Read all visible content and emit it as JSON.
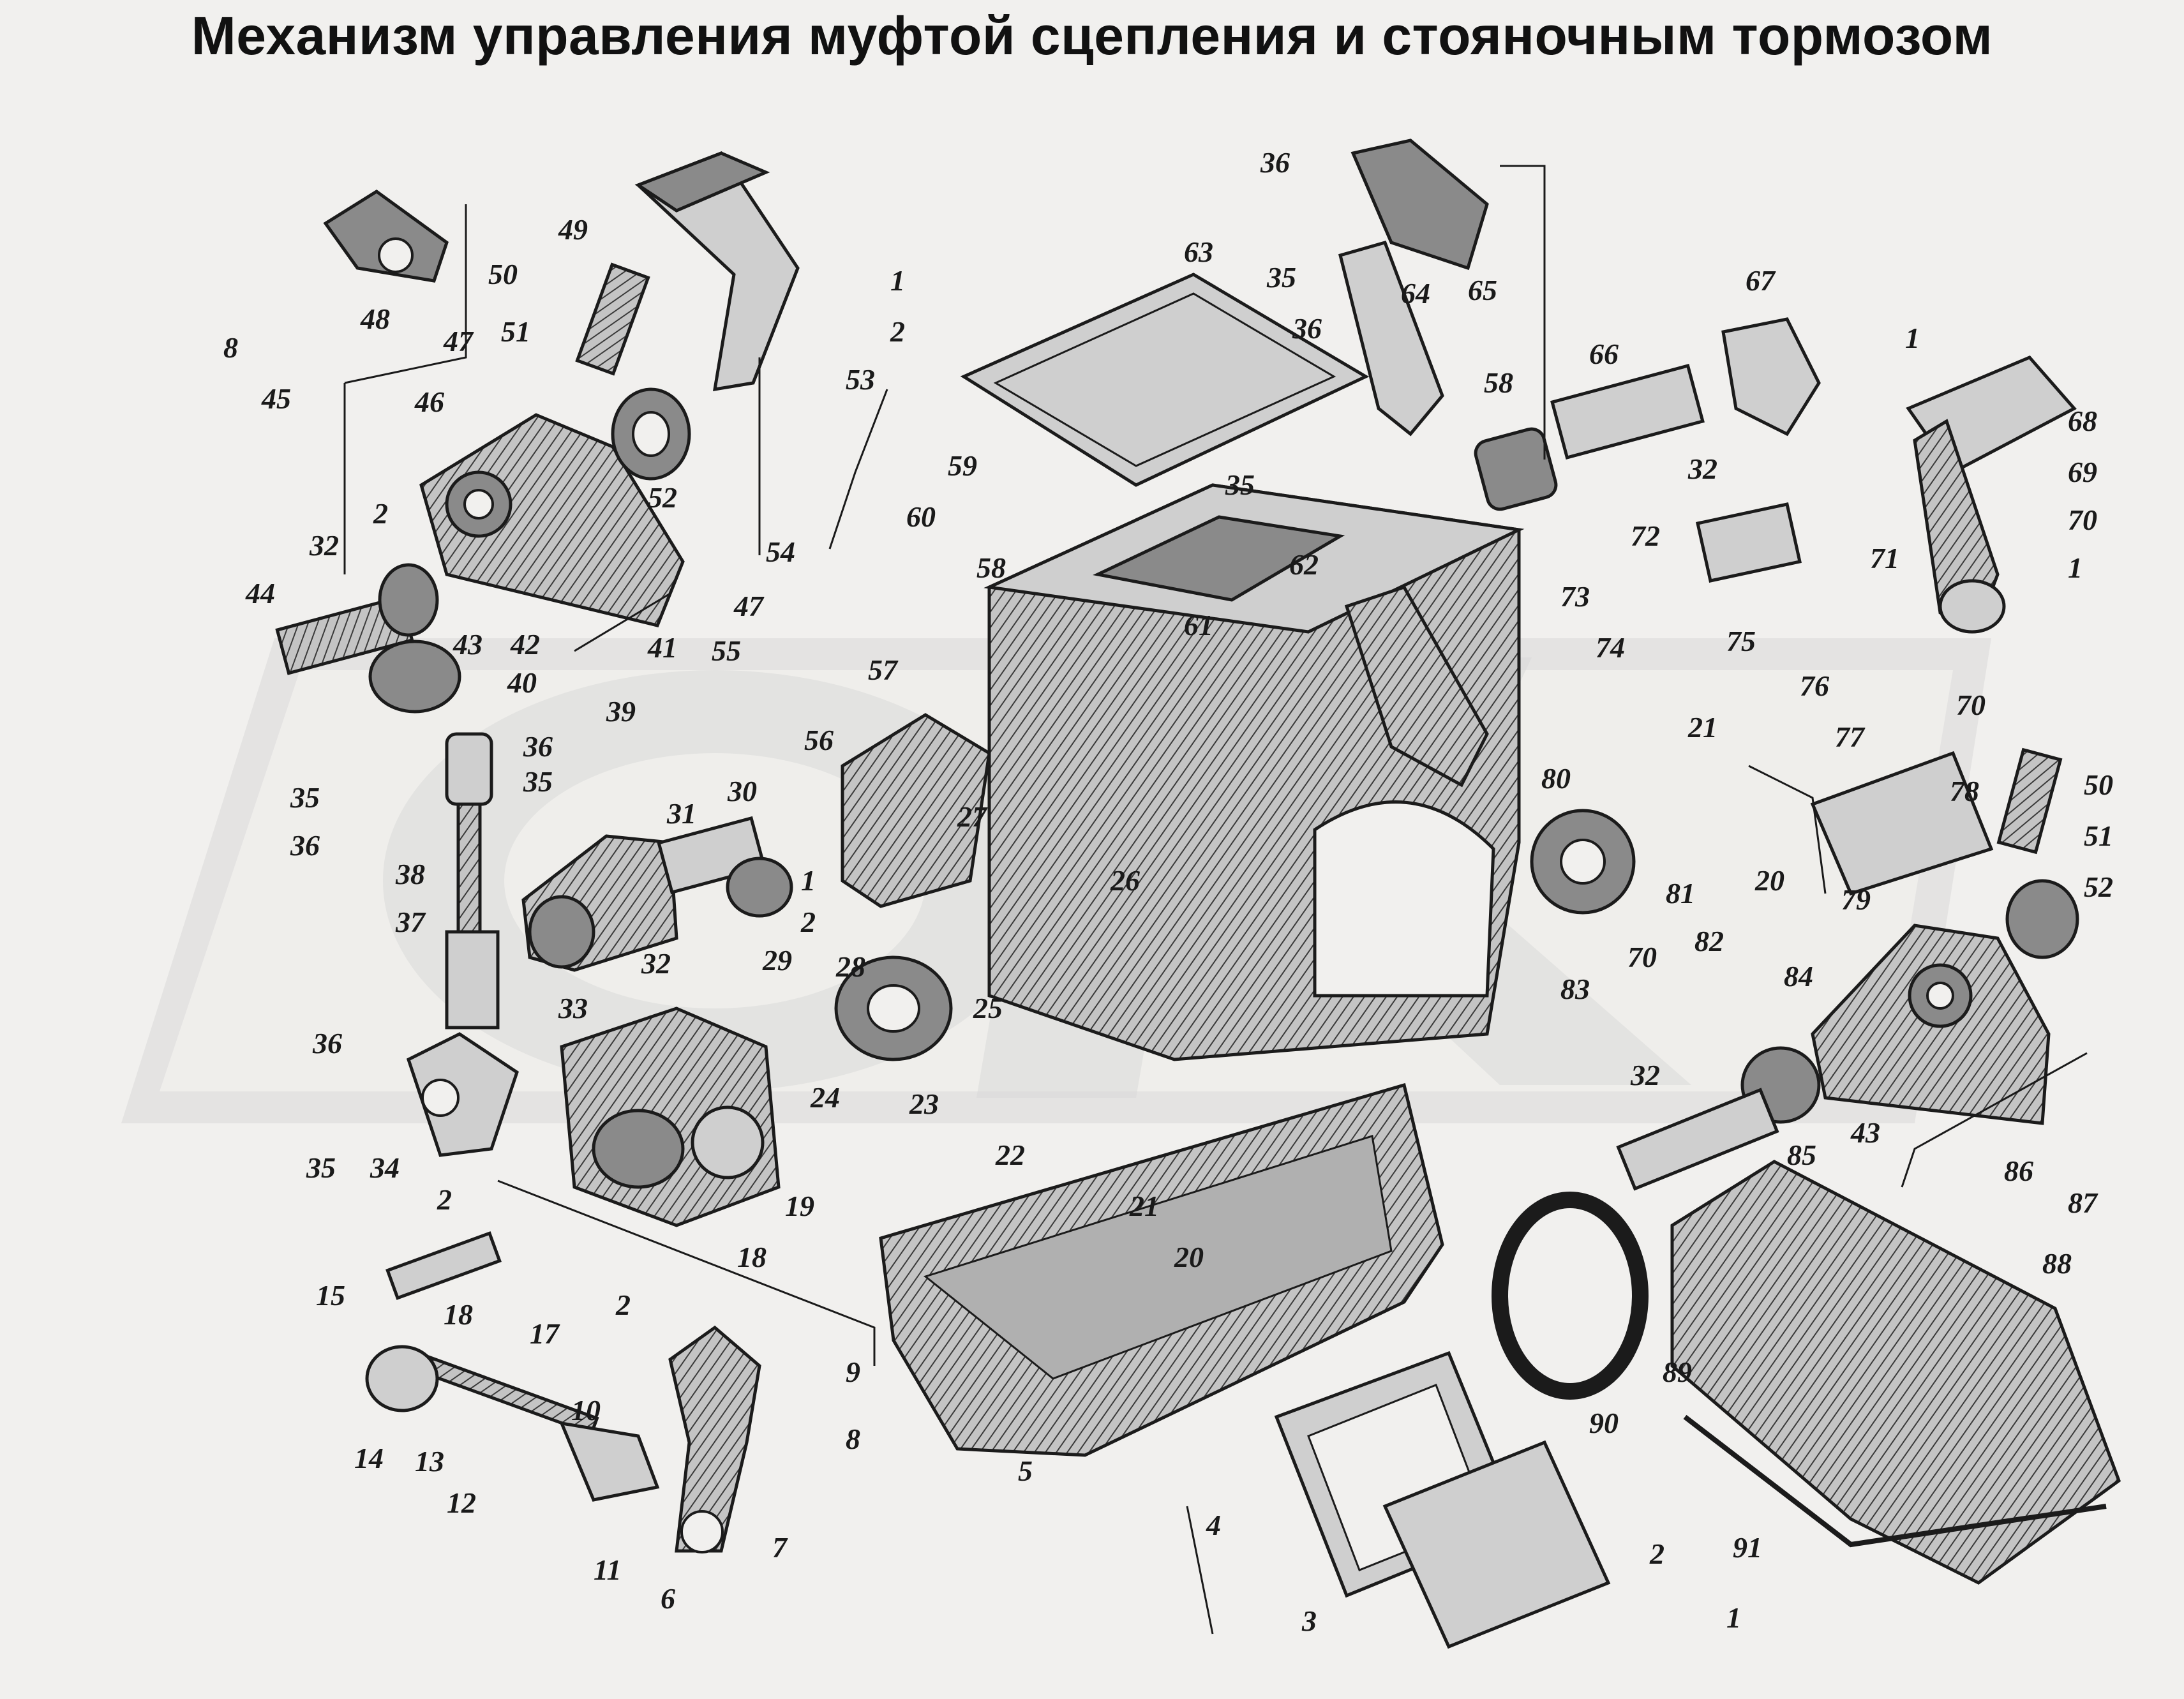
{
  "title": "Механизм управления муфтой сцепления и стояночным тормозом",
  "labels": {
    "c1a": "1",
    "c1b": "1",
    "c1c": "1",
    "c1d": "1",
    "c1e": "1",
    "c2a": "2",
    "c2b": "2",
    "c2c": "2",
    "c2d": "2",
    "c2e": "2",
    "c2f": "2",
    "c3": "3",
    "c4": "4",
    "c5": "5",
    "c6": "6",
    "c7": "7",
    "c8a": "8",
    "c8b": "8",
    "c9": "9",
    "c10": "10",
    "c11": "11",
    "c12": "12",
    "c13": "13",
    "c14": "14",
    "c15": "15",
    "c17": "17",
    "c18a": "18",
    "c18b": "18",
    "c19": "19",
    "c20a": "20",
    "c20b": "20",
    "c21a": "21",
    "c21b": "21",
    "c22": "22",
    "c23": "23",
    "c24": "24",
    "c25": "25",
    "c26": "26",
    "c27": "27",
    "c28": "28",
    "c29": "29",
    "c30": "30",
    "c31": "31",
    "c32a": "32",
    "c32b": "32",
    "c32c": "32",
    "c32d": "32",
    "c33": "33",
    "c34": "34",
    "c35a": "35",
    "c35b": "35",
    "c35c": "35",
    "c35d": "35",
    "c35e": "35",
    "c36a": "36",
    "c36b": "36",
    "c36c": "36",
    "c36d": "36",
    "c36e": "36",
    "c37": "37",
    "c38": "38",
    "c39": "39",
    "c40": "40",
    "c41": "41",
    "c42": "42",
    "c43a": "43",
    "c43b": "43",
    "c44": "44",
    "c45": "45",
    "c46": "46",
    "c47a": "47",
    "c47b": "47",
    "c48": "48",
    "c49": "49",
    "c50a": "50",
    "c50b": "50",
    "c51a": "51",
    "c51b": "51",
    "c52a": "52",
    "c52b": "52",
    "c53": "53",
    "c54": "54",
    "c55": "55",
    "c56": "56",
    "c57": "57",
    "c58a": "58",
    "c58b": "58",
    "c59": "59",
    "c60": "60",
    "c61": "61",
    "c62": "62",
    "c63": "63",
    "c64": "64",
    "c65": "65",
    "c66": "66",
    "c67": "67",
    "c68": "68",
    "c69": "69",
    "c70a": "70",
    "c70b": "70",
    "c70c": "70",
    "c71": "71",
    "c72": "72",
    "c73": "73",
    "c74": "74",
    "c75": "75",
    "c76": "76",
    "c77": "77",
    "c78": "78",
    "c79": "79",
    "c80": "80",
    "c81": "81",
    "c82": "82",
    "c83": "83",
    "c84": "84",
    "c85": "85",
    "c86": "86",
    "c87": "87",
    "c88": "88",
    "c89": "89",
    "c90": "90",
    "c91": "91"
  }
}
